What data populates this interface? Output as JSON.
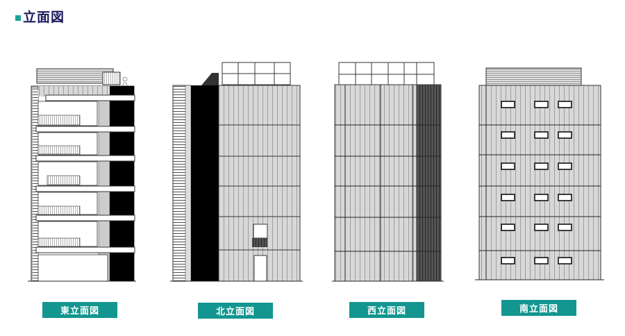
{
  "page": {
    "title": "立面図",
    "accent_color": "#1aa39b",
    "title_color": "#1d1b5e",
    "label_color": "#12968f"
  },
  "elevations": [
    {
      "id": "east",
      "label": "東立面図"
    },
    {
      "id": "north",
      "label": "北立面図"
    },
    {
      "id": "west",
      "label": "西立面図"
    },
    {
      "id": "south",
      "label": "南立面図"
    }
  ]
}
